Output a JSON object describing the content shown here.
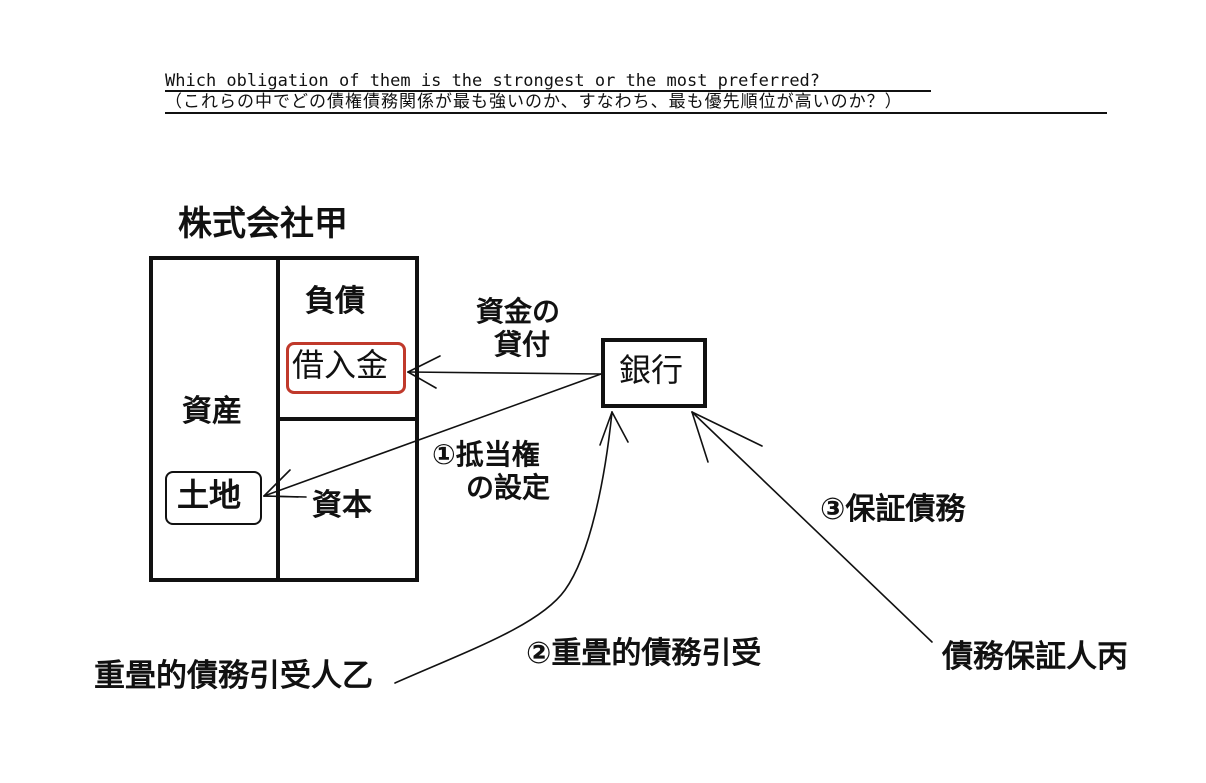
{
  "question": {
    "english": "Which obligation of them is the strongest or the most preferred?",
    "japanese": "（これらの中でどの債権債務関係が最も強いのか、すなわち、最も優先順位が高いのか？）"
  },
  "company": {
    "name": "株式会社甲",
    "assets_label": "資産",
    "liabilities_label": "負債",
    "capital_label": "資本",
    "loan_label": "借入金",
    "land_label": "土地"
  },
  "bank": {
    "label": "銀行"
  },
  "relations": {
    "loan_line1": "資金の",
    "loan_line2": "貸付",
    "mortgage_line1": "①抵当権",
    "mortgage_line2": "の設定",
    "assumption": "②重畳的債務引受",
    "guarantee": "③保証債務"
  },
  "parties": {
    "assumer": "重畳的債務引受人乙",
    "guarantor": "債務保証人丙"
  },
  "colors": {
    "ink": "#111111",
    "highlight": "#c0392b"
  }
}
